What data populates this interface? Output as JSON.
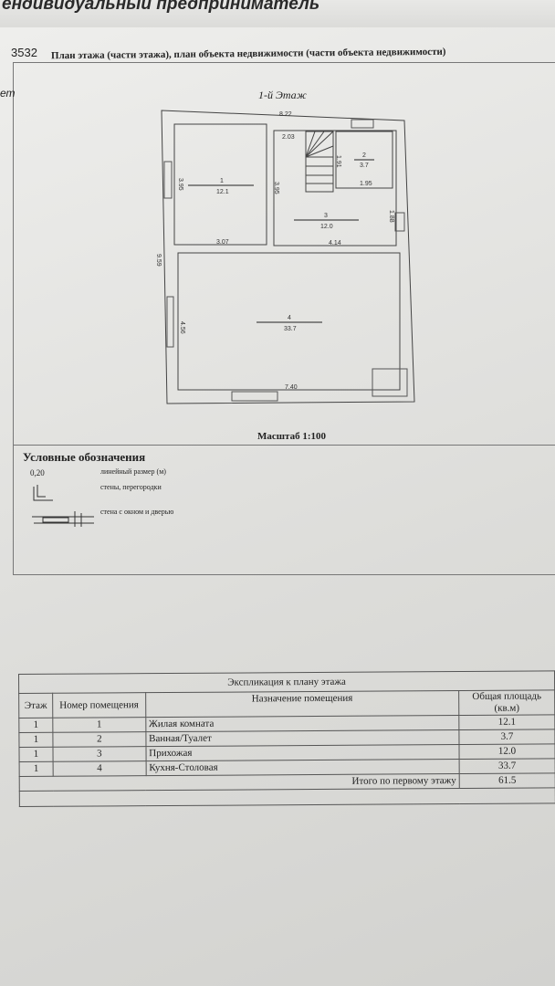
{
  "background_header": "ендивидуальный предприниматель",
  "doc_number": "3532",
  "sheet_title": "План этажа (части этажа), план объекта недвижимости (части объекта недвижимости)",
  "left_cut_text": "ет",
  "floor_label": "1-й Этаж",
  "plan": {
    "dims": {
      "top": "8.22",
      "stair": "2.03",
      "bath_h": "1.91",
      "bath_w": "1.95",
      "r1_h": "3.95",
      "mid_h": "3.95",
      "hall_h": "1.88",
      "r1_w": "3.07",
      "hall_w": "4.14",
      "total_h": "9.59",
      "kitchen_h": "4.56",
      "kitchen_w": "7.40"
    },
    "rooms": [
      {
        "num": "1",
        "area": "12.1"
      },
      {
        "num": "2",
        "area": "3.7"
      },
      {
        "num": "3",
        "area": "12.0"
      },
      {
        "num": "4",
        "area": "33.7"
      }
    ]
  },
  "scale": "Масштаб 1:100",
  "legend": {
    "title": "Условные обозначения",
    "sample_dim": "0,20",
    "items": [
      "линейный размер (м)",
      "стены, перегородки",
      "стена с окном и дверью"
    ]
  },
  "table": {
    "title": "Экспликация к плану этажа",
    "headers": {
      "floor": "Этаж",
      "room_num": "Номер помещения",
      "purpose": "Назначение помещения",
      "area": "Общая площадь (кв.м)"
    },
    "rows": [
      {
        "floor": "1",
        "num": "1",
        "purpose": "Жилая комната",
        "area": "12.1"
      },
      {
        "floor": "1",
        "num": "2",
        "purpose": "Ванная/Туалет",
        "area": "3.7"
      },
      {
        "floor": "1",
        "num": "3",
        "purpose": "Прихожая",
        "area": "12.0"
      },
      {
        "floor": "1",
        "num": "4",
        "purpose": "Кухня-Столовая",
        "area": "33.7"
      }
    ],
    "total_label": "Итого по первому этажу",
    "total": "61.5"
  }
}
